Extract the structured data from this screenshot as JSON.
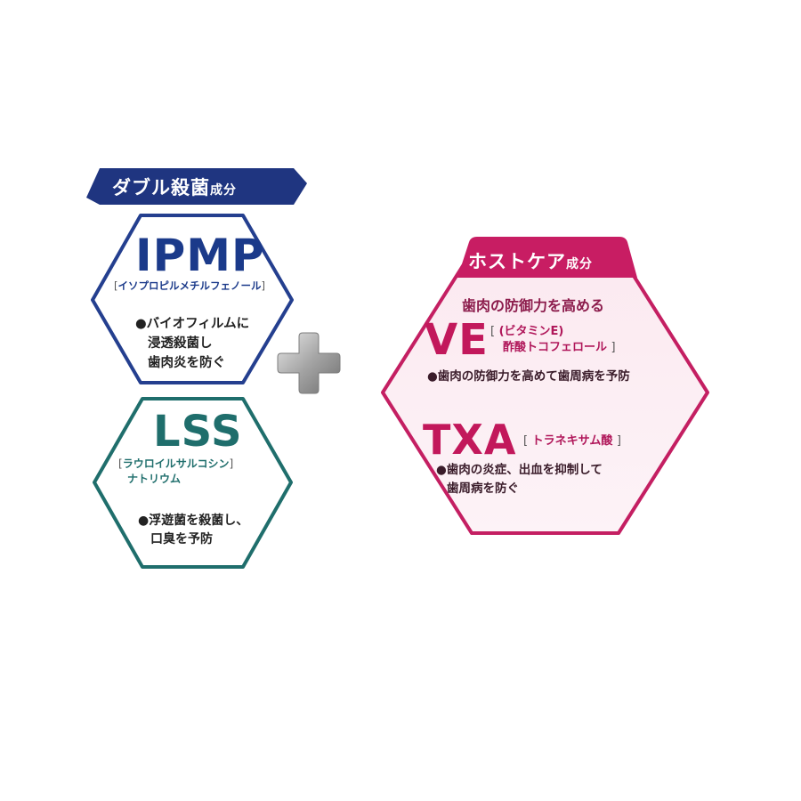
{
  "double_sterilization": {
    "title": "ダブル殺菌",
    "title_suffix": "成分"
  },
  "ipmp": {
    "name": "IPMP",
    "subtitle": "イソプロピルメチルフェノール",
    "description_lines": [
      "●バイオフィルムに",
      "浸透殺菌し",
      "歯肉炎を防ぐ"
    ]
  },
  "lss": {
    "name": "LSS",
    "subtitle_lines": [
      "ラウロイルサルコシン",
      "ナトリウム"
    ],
    "description_lines": [
      "●浮遊菌を殺菌し、",
      "口臭を予防"
    ]
  },
  "host_care": {
    "title": "ホストケア",
    "title_suffix": "成分",
    "tagline": "歯肉の防御力を高める",
    "ve": {
      "name": "VE",
      "subtitle_lines": [
        "(ビタミンE)",
        "酢酸トコフェロール"
      ],
      "description": "●歯肉の防御力を高めて歯周病を予防"
    },
    "txa": {
      "name": "TXA",
      "subtitle": "トラネキサム酸",
      "description_lines": [
        "●歯肉の炎症、出血を抑制して",
        "歯周病を防ぐ"
      ]
    }
  },
  "colors": {
    "navy": "#1b3a8a",
    "teal": "#1f6e6c",
    "magenta": "#c2185b",
    "plus_gray": "#9a9a9a"
  }
}
